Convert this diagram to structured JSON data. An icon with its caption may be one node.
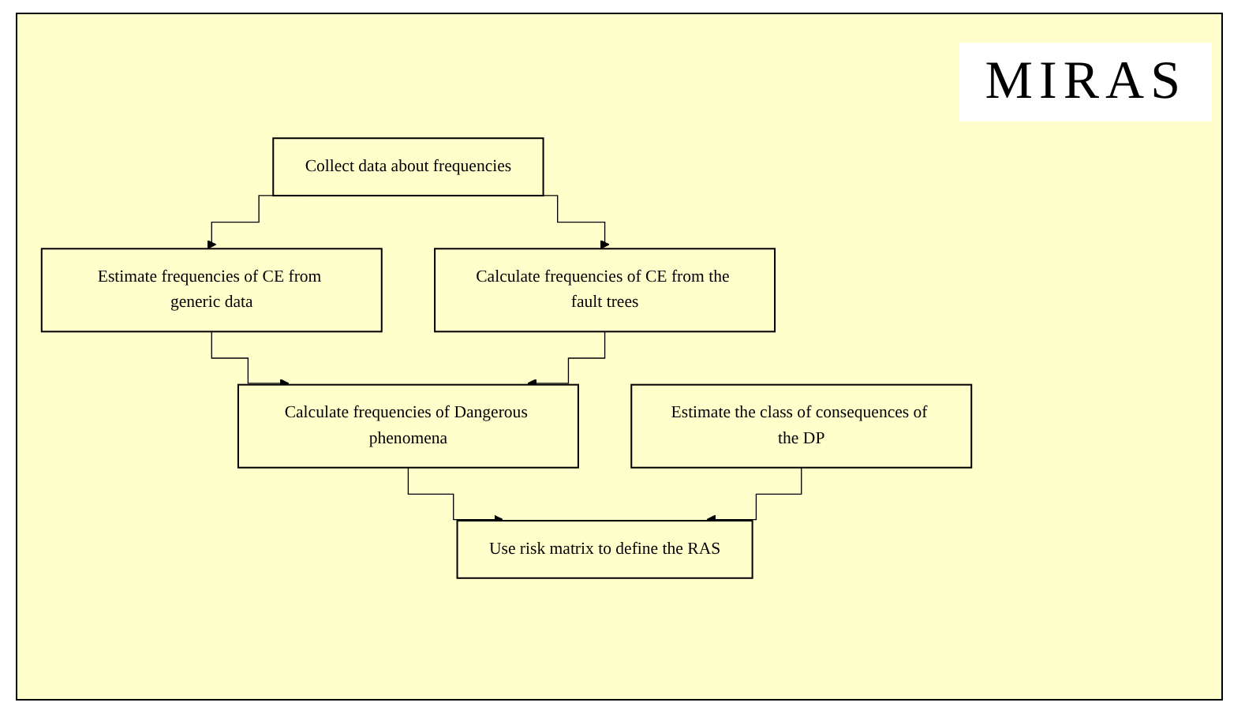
{
  "diagram": {
    "title": "MIRAS",
    "nodes": [
      {
        "text": [
          "Collect data about frequencies"
        ]
      },
      {
        "text": [
          "Estimate frequencies of CE from generic data"
        ]
      },
      {
        "text": [
          "Calculate frequencies of CE from the fault trees"
        ]
      },
      {
        "text": [
          "Calculate frequencies of Dangerous phenomena"
        ]
      },
      {
        "text": [
          "Estimate the class of consequences of the DP"
        ]
      },
      {
        "text": [
          "Use risk matrix to define the RAS"
        ]
      }
    ],
    "edges": [
      {
        "from": 0,
        "to": 1,
        "arrow": "to"
      },
      {
        "from": 0,
        "to": 2,
        "arrow": "to"
      },
      {
        "from": 1,
        "to": 3,
        "arrow": "to"
      },
      {
        "from": 2,
        "to": 3,
        "arrow": "to"
      },
      {
        "from": 3,
        "to": 5,
        "arrow": "to"
      },
      {
        "from": 4,
        "to": 5,
        "arrow": "to"
      }
    ]
  }
}
